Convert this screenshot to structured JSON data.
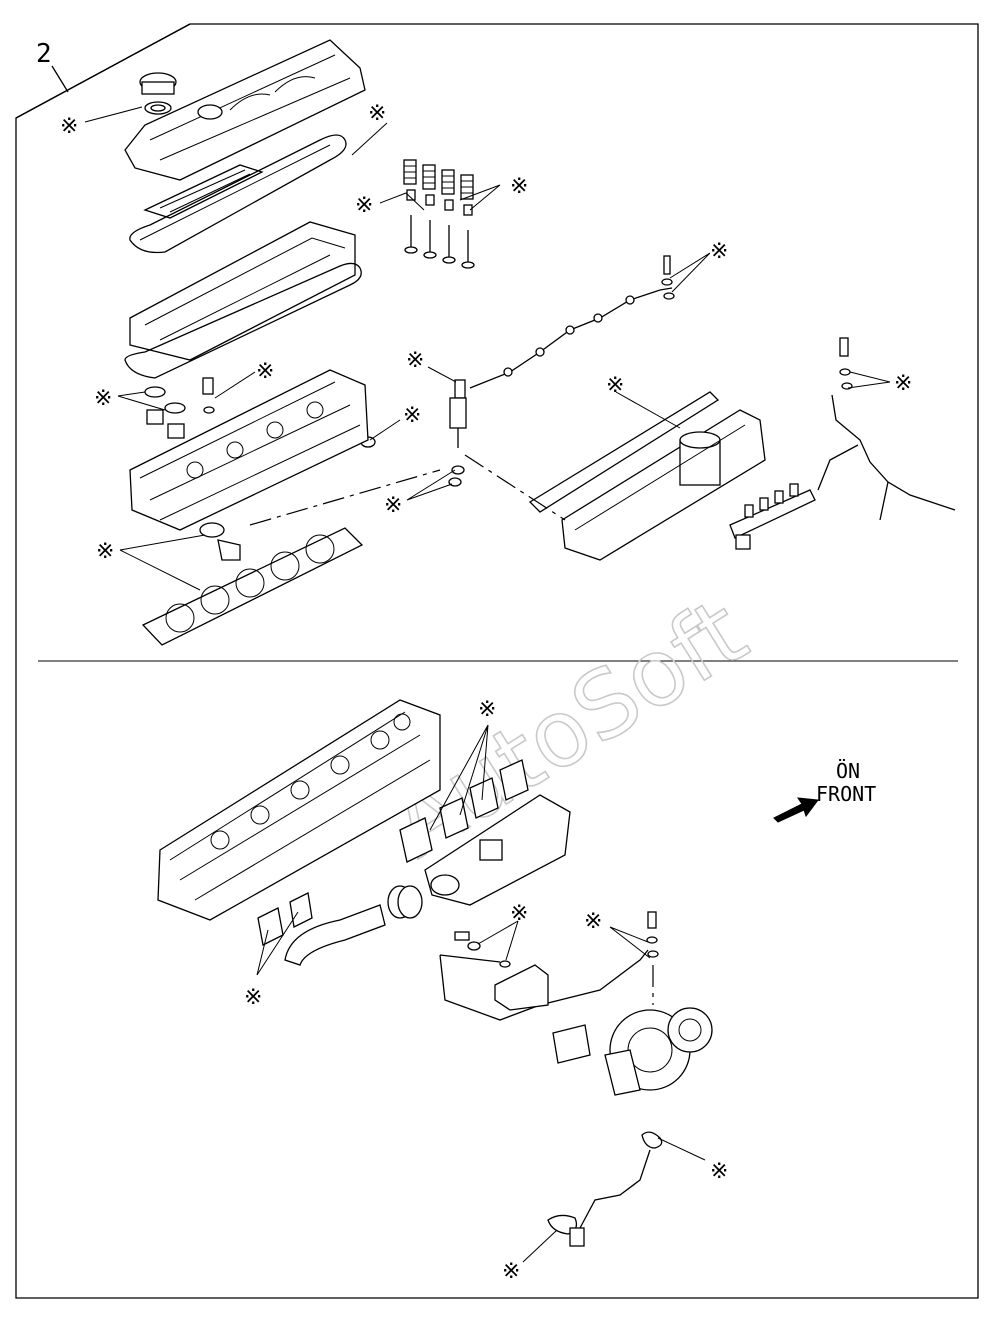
{
  "diagram": {
    "ref_number": "2",
    "watermark": "AutoSoft",
    "orientation": {
      "line1": "ÖN",
      "line2": "FRONT",
      "arrow_icon": "front-arrow-icon"
    },
    "callout_symbol": "※",
    "callout_icon": "asterisk-callout-icon"
  }
}
